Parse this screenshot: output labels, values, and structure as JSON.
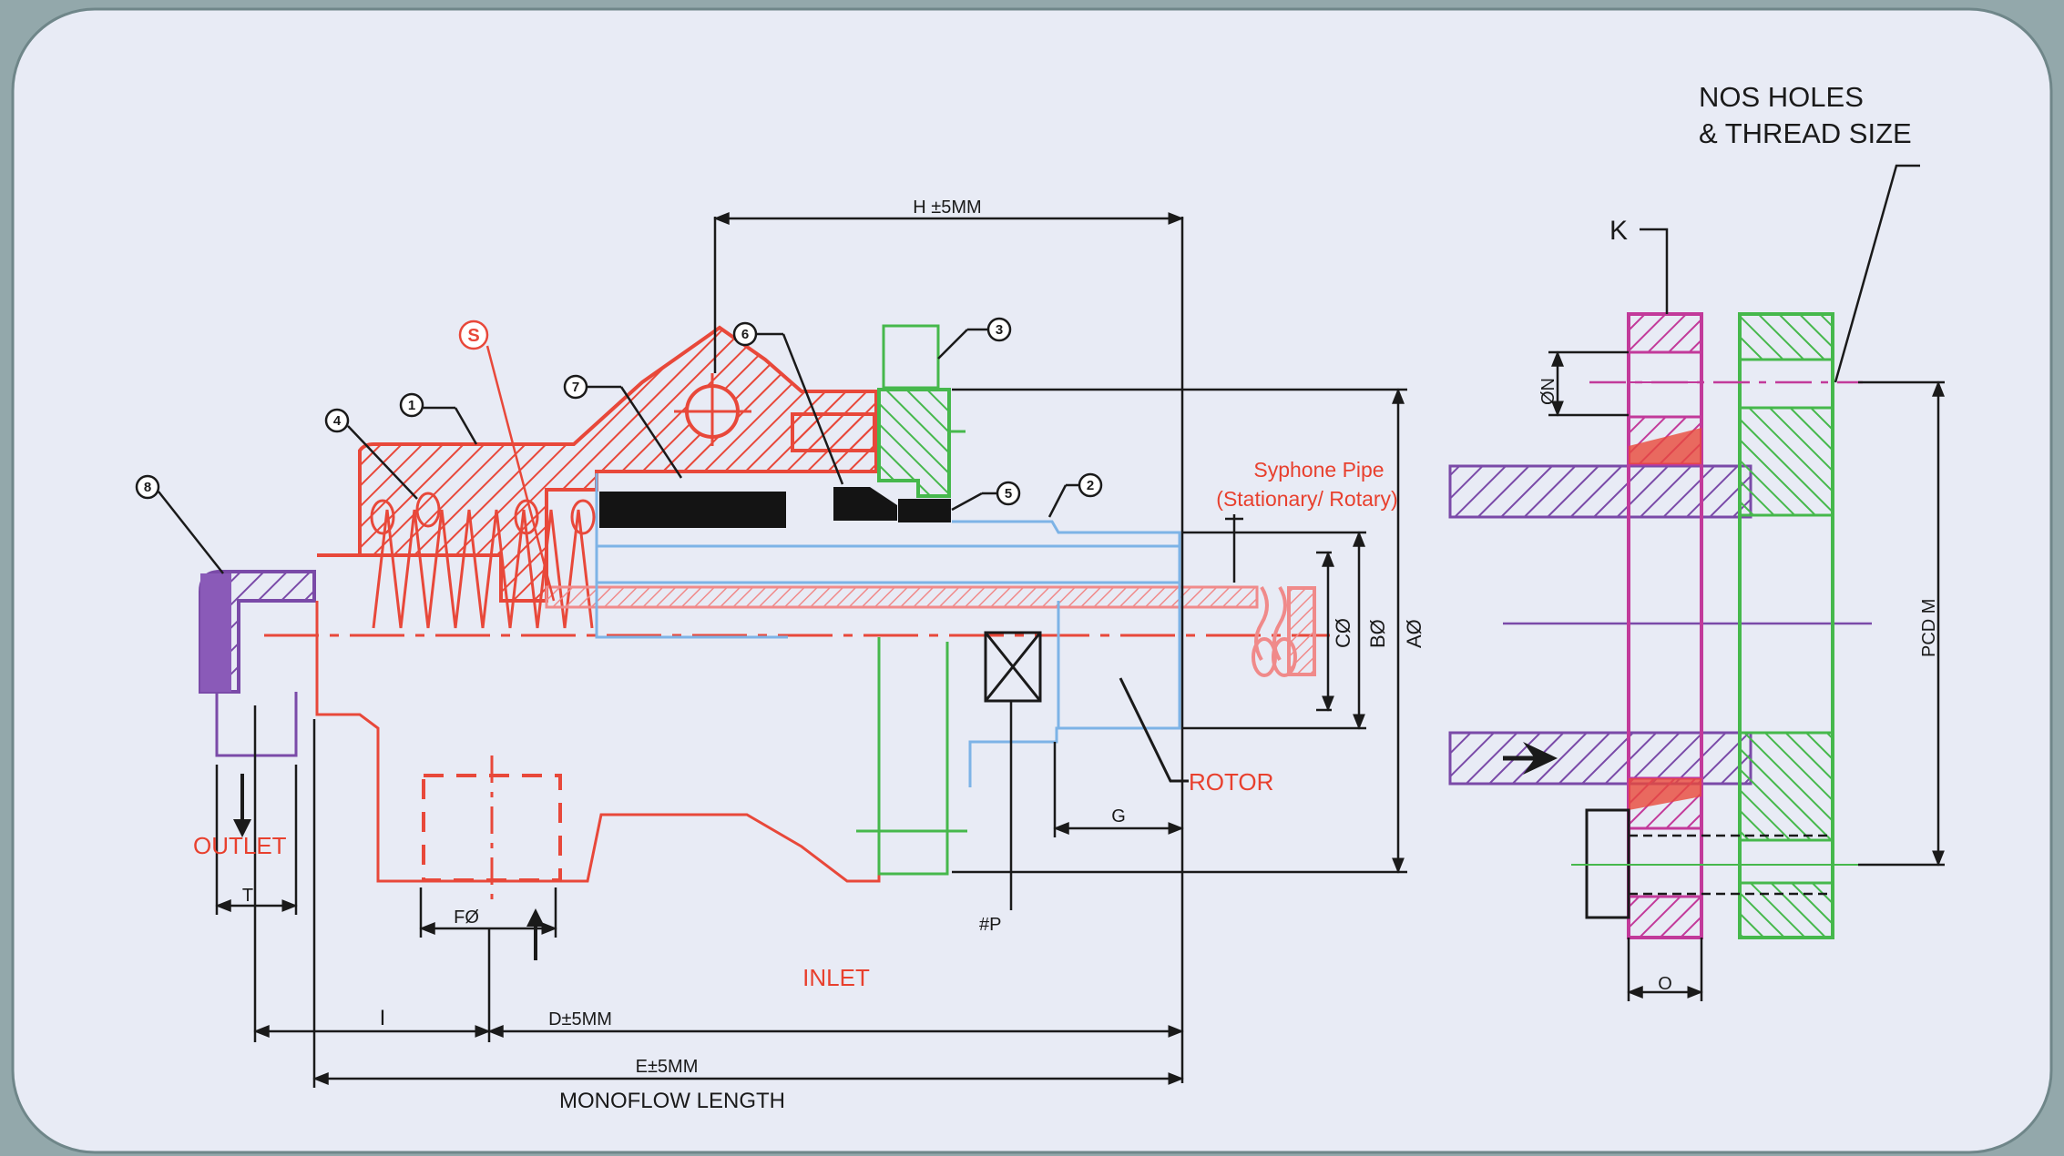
{
  "colors": {
    "background": "#93a8ab",
    "panel": "#e8ebf5",
    "housing_red": "#e8483a",
    "cap_green": "#46b84c",
    "seal_black": "#141414",
    "shaft_blue": "#7db3e6",
    "flange_magenta": "#c23a9a",
    "pipe_purple": "#7a4aa8",
    "siphon_pink": "#f08a8a",
    "dimension_black": "#1a1a1a",
    "label_red": "#e8402e"
  },
  "labels": {
    "nos_holes_1": "NOS HOLES",
    "nos_holes_2": "& THREAD SIZE",
    "h_dim": "H ±5MM",
    "k_label": "K",
    "n_dia": "ØN",
    "pcd": "PCD M",
    "o_dim": "O",
    "siphon_1": "Syphone Pipe",
    "siphon_2": "(Stationary/ Rotary)",
    "c_dia": "CØ",
    "b_dia": "BØ",
    "a_dia": "AØ",
    "rotor": "ROTOR",
    "g_dim": "G",
    "p_label": "#P",
    "outlet": "OUTLET",
    "t_dim": "T",
    "f_dia": "FØ",
    "inlet": "INLET",
    "i_dim": "I",
    "d_dim": "D±5MM",
    "e_dim": "E±5MM",
    "monoflow": "MONOFLOW LENGTH"
  },
  "callouts": [
    "1",
    "2",
    "3",
    "4",
    "5",
    "6",
    "7",
    "8",
    "S"
  ]
}
